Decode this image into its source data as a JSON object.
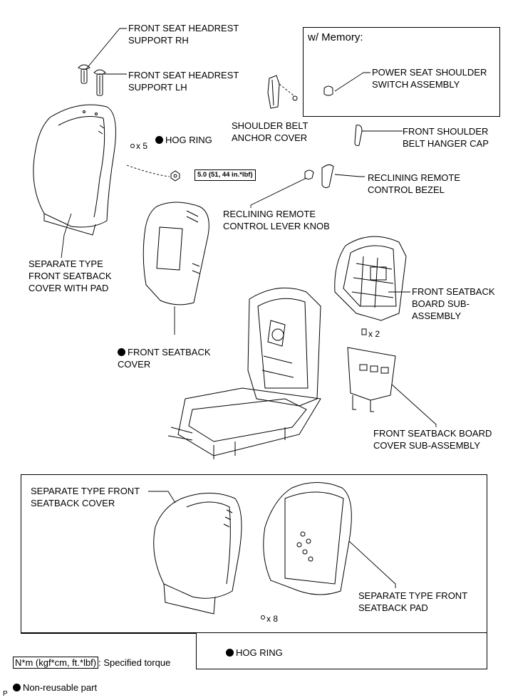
{
  "labels": {
    "headrest_rh": "FRONT SEAT HEADREST\nSUPPORT RH",
    "headrest_lh": "FRONT SEAT HEADREST\nSUPPORT LH",
    "memory_title": "w/ Memory:",
    "power_seat_switch": "POWER SEAT SHOULDER\nSWITCH ASSEMBLY",
    "hog_ring_1": "HOG RING",
    "qty_x5": "x 5",
    "shoulder_belt_cover": "SHOULDER BELT\nANCHOR COVER",
    "belt_hanger_cap": "FRONT SHOULDER\nBELT HANGER CAP",
    "torque_spec": "5.0 (51, 44 in.*lbf)",
    "reclining_bezel": "RECLINING REMOTE\nCONTROL BEZEL",
    "reclining_knob": "RECLINING REMOTE\nCONTROL LEVER KNOB",
    "seatback_cover_with_pad": "SEPARATE TYPE\nFRONT SEATBACK\nCOVER WITH PAD",
    "board_sub_assembly": "FRONT SEATBACK\nBOARD SUB-\nASSEMBLY",
    "qty_x2": "x 2",
    "front_seatback_cover": "FRONT SEATBACK\nCOVER",
    "board_cover_sub_assembly": "FRONT SEATBACK BOARD\nCOVER SUB-ASSEMBLY",
    "sep_front_seatback_cover": "SEPARATE TYPE FRONT\nSEATBACK COVER",
    "sep_front_seatback_pad": "SEPARATE TYPE FRONT\nSEATBACK PAD",
    "qty_x8": "x 8",
    "hog_ring_2": "HOG RING"
  },
  "legend": {
    "torque_unit": "N*m (kgf*cm, ft.*lbf)",
    "torque_desc": ": Specified torque",
    "non_reusable": "Non-reusable part"
  },
  "corner_code": "P"
}
